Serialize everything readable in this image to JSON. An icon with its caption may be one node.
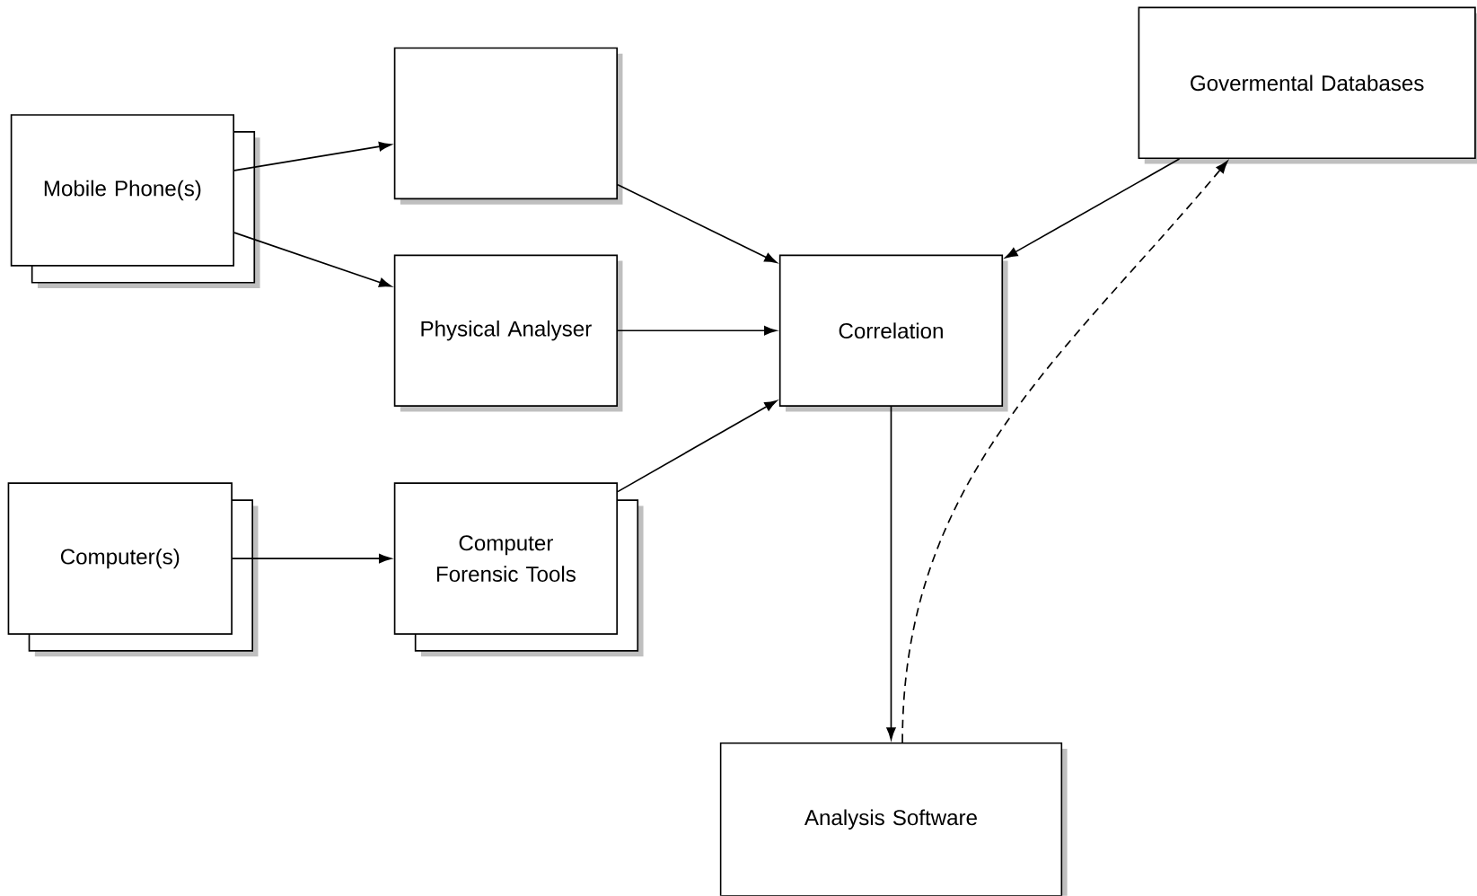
{
  "diagram": {
    "nodes": [
      {
        "text": [
          "Mobile Phone(s)"
        ]
      },
      {
        "text": [],
        "shape": "box"
      },
      {
        "text": [
          "Physical Analyser"
        ]
      },
      {
        "text": [
          "Correlation"
        ]
      },
      {
        "text": [
          "Govermental Databases"
        ]
      },
      {
        "text": [
          "Computer(s)"
        ]
      },
      {
        "text": [
          "Computer Forensic Tools"
        ]
      },
      {
        "text": [
          "Analysis Software"
        ]
      }
    ],
    "edges": [
      {
        "from": 0,
        "to": 1,
        "arrow": "to"
      },
      {
        "from": 0,
        "to": 2,
        "arrow": "to"
      },
      {
        "from": 1,
        "to": 3,
        "arrow": "to"
      },
      {
        "from": 2,
        "to": 3,
        "arrow": "to"
      },
      {
        "from": 6,
        "to": 3,
        "arrow": "to"
      },
      {
        "from": 5,
        "to": 6,
        "arrow": "to"
      },
      {
        "from": 4,
        "to": 3,
        "arrow": "to"
      },
      {
        "from": 3,
        "to": 7,
        "arrow": "to"
      },
      {
        "from": 7,
        "to": 4,
        "arrow": "to",
        "style": "dashed"
      }
    ]
  }
}
